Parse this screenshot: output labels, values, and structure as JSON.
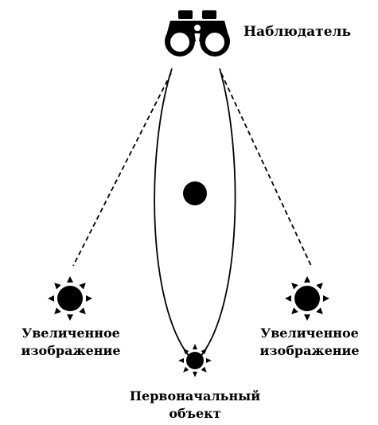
{
  "colors": {
    "ink": "#000000",
    "background": "#ffffff"
  },
  "icons": {
    "observer": "binoculars-icon",
    "lens_mass": "filled-circle",
    "images": "star-burst-icon",
    "source": "star-burst-icon"
  },
  "labels": {
    "observer": "Наблюдатель",
    "image_left": [
      "Увеличенное",
      "изображение"
    ],
    "image_right": [
      "Увеличенное",
      "изображение"
    ],
    "original": [
      "Первоначальный",
      "объект"
    ]
  }
}
